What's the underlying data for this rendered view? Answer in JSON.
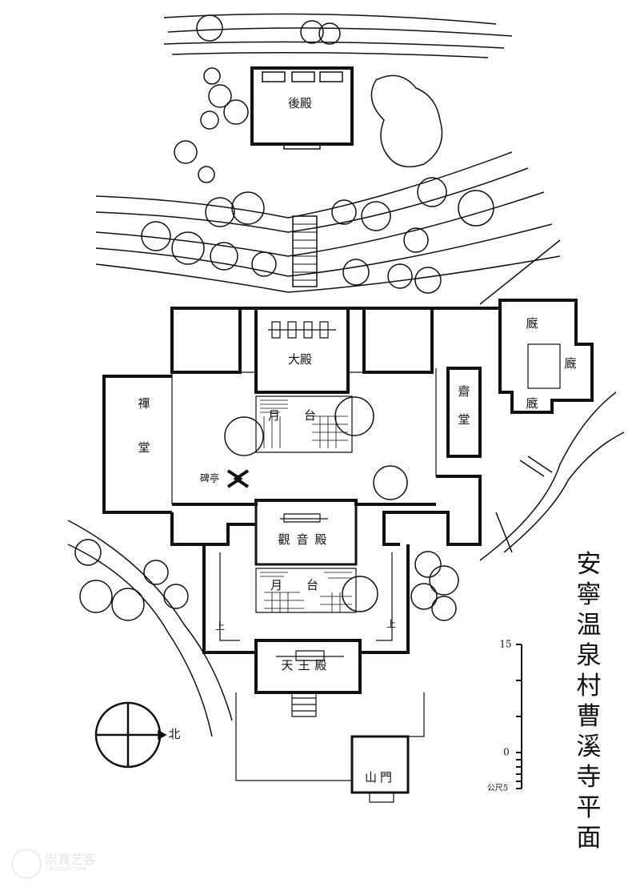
{
  "title": "安寧温泉村曹溪寺平面",
  "labels": {
    "rear_hall": "後殿",
    "main_hall": "大殿",
    "terrace_upper": "月台",
    "meditation_hall": "禪堂",
    "stele_pavilion": "碑亭",
    "dining_hall": "齋堂",
    "stable_1": "廐",
    "stable_2": "廐",
    "stable_3": "廐",
    "guanyin_hall": "觀音殿",
    "terrace_lower": "月台",
    "stair_left": "上",
    "stair_right": "上",
    "heavenly_kings_hall": "天王殿",
    "mountain_gate": "山門"
  },
  "north_arrow": {
    "label": "北"
  },
  "scale_bar": {
    "top": "15",
    "zero": "0",
    "bottom": "公尺5"
  },
  "watermark": {
    "cn": "崇真艺客",
    "en": "TRUEART.COM"
  },
  "colors": {
    "ink": "#111111",
    "paper": "#ffffff"
  }
}
